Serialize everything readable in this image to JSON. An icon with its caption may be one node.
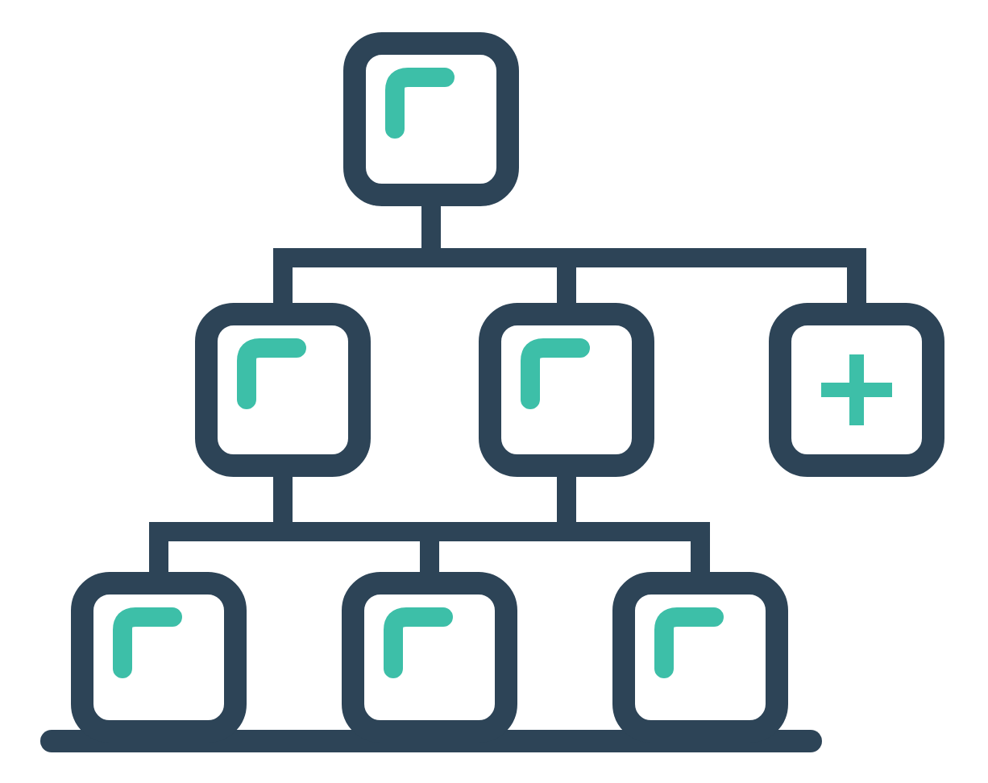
{
  "diagram": {
    "nodes": [
      {
        "text": [],
        "shape": "box"
      },
      {
        "text": [],
        "shape": "box"
      },
      {
        "text": [],
        "shape": "box"
      },
      {
        "text": [],
        "shape": "box"
      },
      {
        "text": [],
        "shape": "box"
      },
      {
        "text": [],
        "shape": "box"
      },
      {
        "text": [],
        "shape": "box"
      }
    ],
    "edges": [
      {
        "from": 0,
        "to": 1,
        "arrow": "none"
      },
      {
        "from": 0,
        "to": 2,
        "arrow": "none"
      },
      {
        "from": 0,
        "to": 3,
        "arrow": "none"
      },
      {
        "from": 1,
        "to": 4,
        "arrow": "none"
      },
      {
        "from": 1,
        "to": 5,
        "arrow": "none"
      },
      {
        "from": 1,
        "to": 6,
        "arrow": "none"
      },
      {
        "from": 2,
        "to": 4,
        "arrow": "none"
      },
      {
        "from": 2,
        "to": 5,
        "arrow": "none"
      },
      {
        "from": 2,
        "to": 6,
        "arrow": "none"
      }
    ]
  }
}
